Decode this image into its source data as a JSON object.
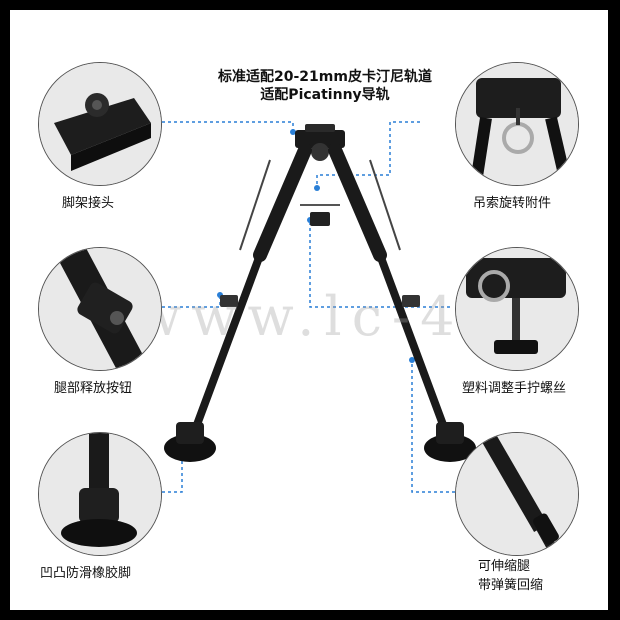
{
  "title": {
    "line1": "标准适配20-21mm皮卡汀尼轨道",
    "line2": "适配Picatinny导轨"
  },
  "labels": {
    "mount": "脚架接头",
    "swivel": "吊索旋转附件",
    "release": "腿部释放按钮",
    "knob": "塑料调整手拧螺丝",
    "foot": "凹凸防滑橡胶脚",
    "legs_line1": "可伸缩腿",
    "legs_line2": "带弹簧回缩"
  },
  "watermark": "www.lc-4.cn",
  "colors": {
    "callout": "#2a7fd6",
    "product": "#1a1a1a"
  }
}
